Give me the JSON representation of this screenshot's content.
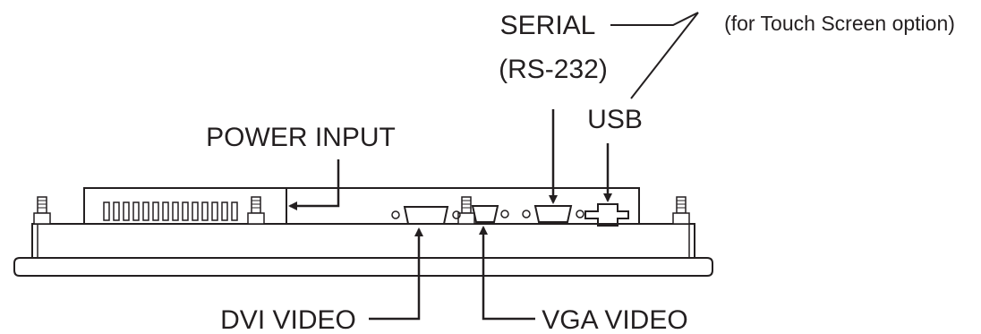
{
  "labels": {
    "serial_line1": "SERIAL",
    "serial_line2": "(RS-232)",
    "touch_note": "(for Touch Screen option)",
    "usb": "USB",
    "power_input": "POWER INPUT",
    "dvi_video": "DVI VIDEO",
    "vga_video": "VGA VIDEO"
  },
  "colors": {
    "ink": "#231f20",
    "background": "#ffffff"
  },
  "vent_slot_count": 14
}
